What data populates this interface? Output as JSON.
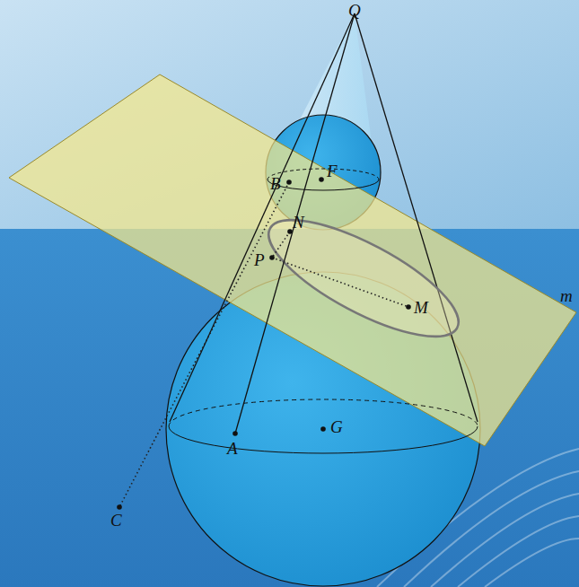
{
  "diagram": {
    "labels": [
      "Q",
      "F",
      "B",
      "N",
      "P",
      "M",
      "m",
      "A",
      "G",
      "C"
    ]
  }
}
